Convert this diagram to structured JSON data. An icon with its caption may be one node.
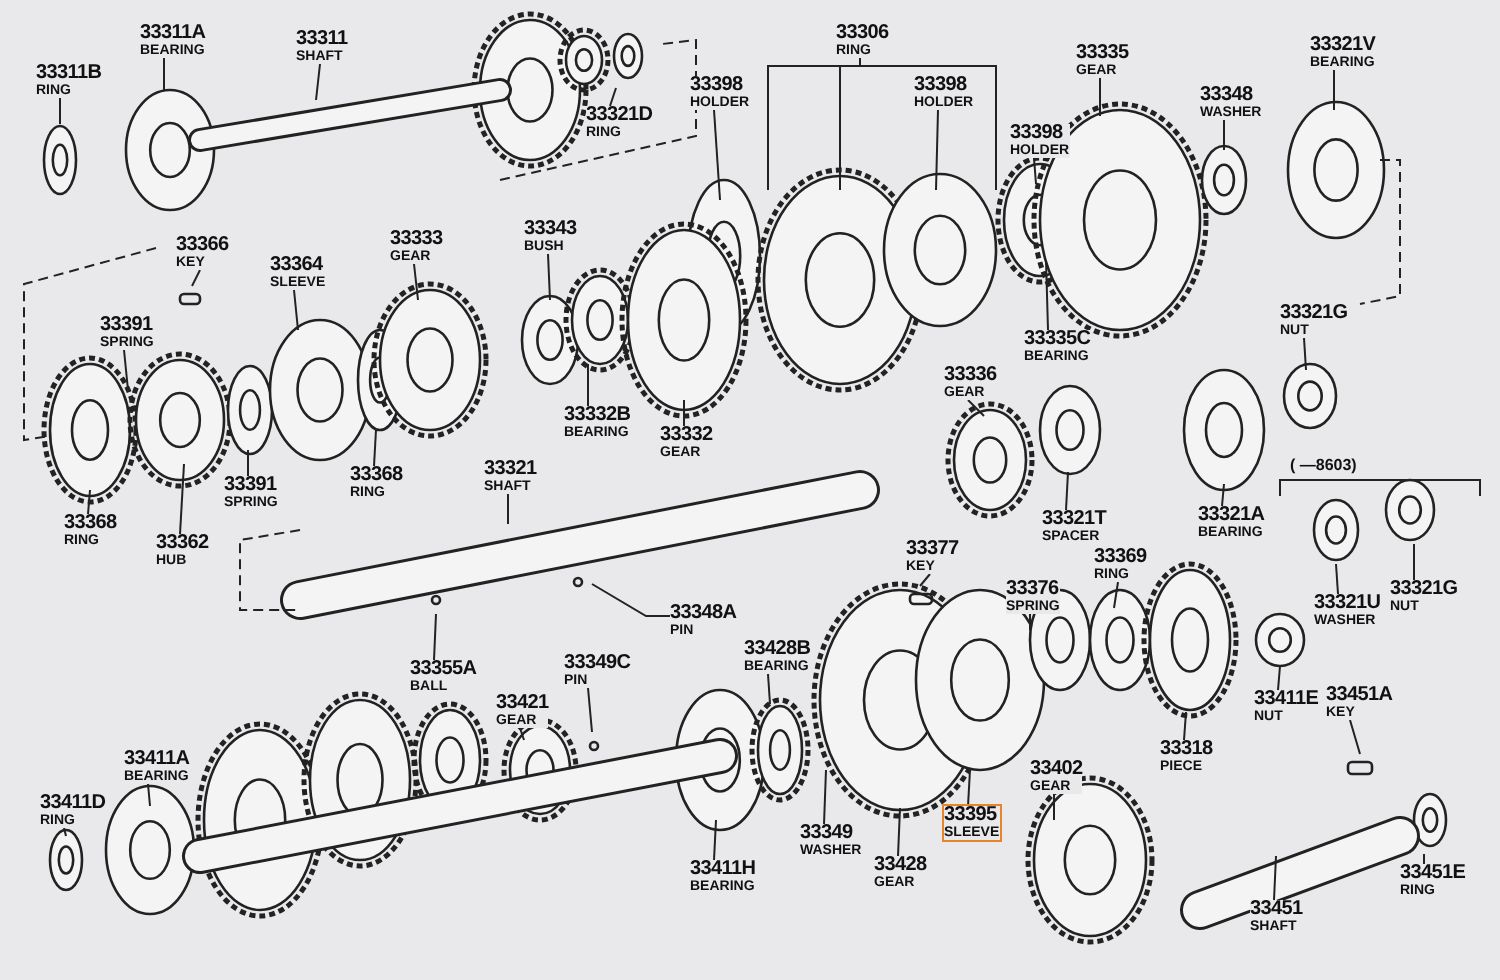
{
  "diagram": {
    "nodes": [
      {
        "text": [
          "33311B",
          "RING"
        ]
      },
      {
        "text": [
          "33311A",
          "BEARING"
        ]
      },
      {
        "text": [
          "33311",
          "SHAFT"
        ]
      },
      {
        "text": [
          "33321D",
          "RING"
        ]
      },
      {
        "text": [
          "33398",
          "HOLDER"
        ]
      },
      {
        "text": [
          "33306",
          "RING"
        ]
      },
      {
        "text": [
          "33398",
          "HOLDER"
        ]
      },
      {
        "text": [
          "33398",
          "HOLDER"
        ]
      },
      {
        "text": [
          "33335",
          "GEAR"
        ]
      },
      {
        "text": [
          "33348",
          "WASHER"
        ]
      },
      {
        "text": [
          "33321V",
          "BEARING"
        ]
      },
      {
        "text": [
          "33366",
          "KEY"
        ]
      },
      {
        "text": [
          "33364",
          "SLEEVE"
        ]
      },
      {
        "text": [
          "33333",
          "GEAR"
        ]
      },
      {
        "text": [
          "33343",
          "BUSH"
        ]
      },
      {
        "text": [
          "33321G",
          "NUT"
        ]
      },
      {
        "text": [
          "33391",
          "SPRING"
        ]
      },
      {
        "text": [
          "33335C",
          "BEARING"
        ]
      },
      {
        "text": [
          "33332B",
          "BEARING"
        ]
      },
      {
        "text": [
          "33332",
          "GEAR"
        ]
      },
      {
        "text": [
          "33336",
          "GEAR"
        ]
      },
      {
        "text": [
          "33321",
          "SHAFT"
        ]
      },
      {
        "text": [
          "33368",
          "RING"
        ]
      },
      {
        "text": [
          "33391",
          "SPRING"
        ]
      },
      {
        "text": [
          "33321A",
          "BEARING"
        ]
      },
      {
        "text": [
          "33321T",
          "SPACER"
        ]
      },
      {
        "text": [
          "33368",
          "RING"
        ]
      },
      {
        "text": [
          "33362",
          "HUB"
        ]
      },
      {
        "text": [
          "33377",
          "KEY"
        ]
      },
      {
        "text": [
          "33376",
          "SPRING"
        ]
      },
      {
        "text": [
          "33369",
          "RING"
        ]
      },
      {
        "text": [
          "33321U",
          "WASHER"
        ]
      },
      {
        "text": [
          "33321G",
          "NUT"
        ]
      },
      {
        "text": [
          "33348A",
          "PIN"
        ]
      },
      {
        "text": [
          "33355A",
          "BALL"
        ]
      },
      {
        "text": [
          "33349C",
          "PIN"
        ]
      },
      {
        "text": [
          "33428B",
          "BEARING"
        ]
      },
      {
        "text": [
          "33421",
          "GEAR"
        ]
      },
      {
        "text": [
          "33411E",
          "NUT"
        ]
      },
      {
        "text": [
          "33451A",
          "KEY"
        ]
      },
      {
        "text": [
          "33318",
          "PIECE"
        ]
      },
      {
        "text": [
          "33402",
          "GEAR"
        ]
      },
      {
        "text": [
          "33411A",
          "BEARING"
        ]
      },
      {
        "text": [
          "33349",
          "WASHER"
        ]
      },
      {
        "text": [
          "33395",
          "SLEEVE"
        ]
      },
      {
        "text": [
          "33411D",
          "RING"
        ]
      },
      {
        "text": [
          "33428",
          "GEAR"
        ]
      },
      {
        "text": [
          "33411H",
          "BEARING"
        ]
      },
      {
        "text": [
          "33451",
          "SHAFT"
        ]
      },
      {
        "text": [
          "33451E",
          "RING"
        ]
      }
    ],
    "edges": [
      {
        "from": 0,
        "to": null,
        "arrow": "none"
      },
      {
        "from": 1,
        "to": null,
        "arrow": "none"
      },
      {
        "from": 2,
        "to": null,
        "arrow": "none"
      },
      {
        "from": 3,
        "to": null,
        "arrow": "none"
      },
      {
        "from": 4,
        "to": null,
        "arrow": "none"
      },
      {
        "from": 5,
        "to": null,
        "arrow": "none"
      },
      {
        "from": 5,
        "to": null,
        "arrow": "none"
      },
      {
        "from": 5,
        "to": null,
        "arrow": "none"
      },
      {
        "from": 6,
        "to": null,
        "arrow": "none"
      },
      {
        "from": 7,
        "to": null,
        "arrow": "none"
      },
      {
        "from": 8,
        "to": null,
        "arrow": "none"
      },
      {
        "from": 9,
        "to": null,
        "arrow": "none"
      },
      {
        "from": 10,
        "to": null,
        "arrow": "none"
      },
      {
        "from": 11,
        "to": null,
        "arrow": "none"
      },
      {
        "from": 12,
        "to": null,
        "arrow": "none"
      },
      {
        "from": 13,
        "to": null,
        "arrow": "none"
      },
      {
        "from": 14,
        "to": null,
        "arrow": "none"
      },
      {
        "from": 15,
        "to": null,
        "arrow": "none"
      },
      {
        "from": 16,
        "to": null,
        "arrow": "none"
      },
      {
        "from": 17,
        "to": null,
        "arrow": "none"
      },
      {
        "from": 18,
        "to": null,
        "arrow": "none"
      },
      {
        "from": 19,
        "to": null,
        "arrow": "none"
      },
      {
        "from": 20,
        "to": null,
        "arrow": "none"
      },
      {
        "from": 21,
        "to": null,
        "arrow": "none"
      },
      {
        "from": 22,
        "to": null,
        "arrow": "none"
      },
      {
        "from": 23,
        "to": null,
        "arrow": "none"
      },
      {
        "from": 24,
        "to": null,
        "arrow": "none"
      },
      {
        "from": 25,
        "to": null,
        "arrow": "none"
      },
      {
        "from": 26,
        "to": null,
        "arrow": "none"
      },
      {
        "from": 27,
        "to": null,
        "arrow": "none"
      },
      {
        "from": 28,
        "to": null,
        "arrow": "none"
      },
      {
        "from": 29,
        "to": null,
        "arrow": "none"
      },
      {
        "from": 30,
        "to": null,
        "arrow": "none"
      },
      {
        "from": 31,
        "to": null,
        "arrow": "none"
      },
      {
        "from": 32,
        "to": null,
        "arrow": "none"
      },
      {
        "from": 33,
        "to": null,
        "arrow": "none"
      },
      {
        "from": 34,
        "to": null,
        "arrow": "none"
      },
      {
        "from": 35,
        "to": null,
        "arrow": "none"
      },
      {
        "from": 36,
        "to": null,
        "arrow": "none"
      },
      {
        "from": 37,
        "to": null,
        "arrow": "none"
      },
      {
        "from": 38,
        "to": null,
        "arrow": "none"
      },
      {
        "from": 39,
        "to": null,
        "arrow": "none"
      },
      {
        "from": 40,
        "to": null,
        "arrow": "none"
      },
      {
        "from": 41,
        "to": null,
        "arrow": "none"
      },
      {
        "from": 42,
        "to": null,
        "arrow": "none"
      },
      {
        "from": 43,
        "to": null,
        "arrow": "none"
      },
      {
        "from": 44,
        "to": null,
        "arrow": "none"
      },
      {
        "from": 45,
        "to": null,
        "arrow": "none"
      },
      {
        "from": 46,
        "to": null,
        "arrow": "none"
      },
      {
        "from": 47,
        "to": null,
        "arrow": "none"
      },
      {
        "from": 48,
        "to": null,
        "arrow": "none"
      },
      {
        "from": 49,
        "to": null,
        "arrow": "none"
      }
    ],
    "labels": [
      "( —8603)"
    ]
  }
}
